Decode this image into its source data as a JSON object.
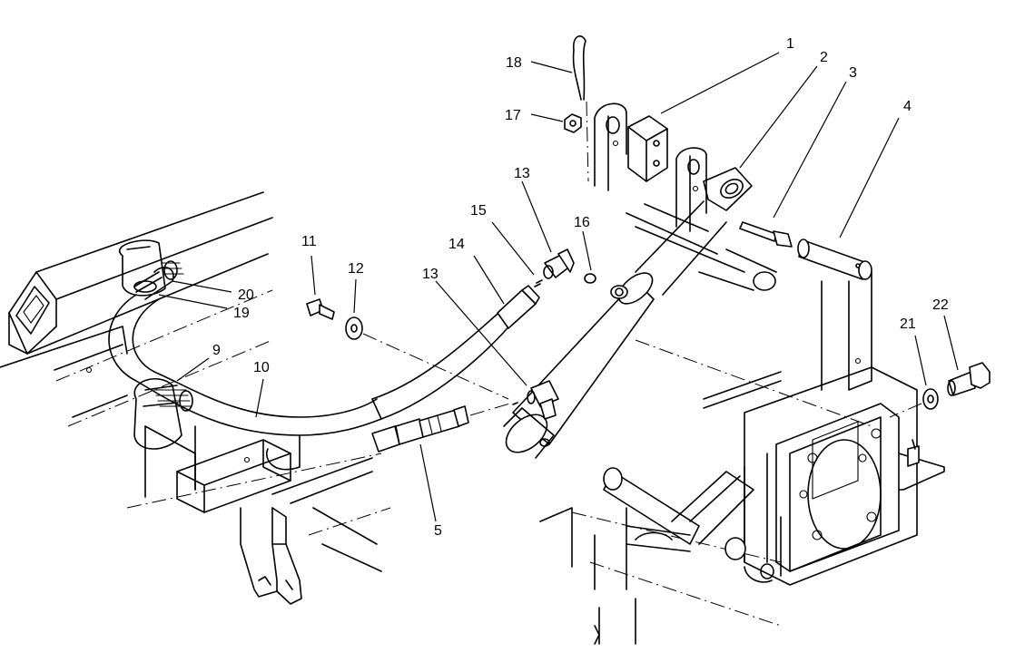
{
  "callouts": {
    "c1": "1",
    "c2": "2",
    "c3": "3",
    "c4": "4",
    "c5": "5",
    "c9": "9",
    "c10": "10",
    "c11": "11",
    "c12": "12",
    "c13a": "13",
    "c13b": "13",
    "c14": "14",
    "c15": "15",
    "c16": "16",
    "c17": "17",
    "c18": "18",
    "c19": "19",
    "c20": "20",
    "c21": "21",
    "c22": "22"
  }
}
